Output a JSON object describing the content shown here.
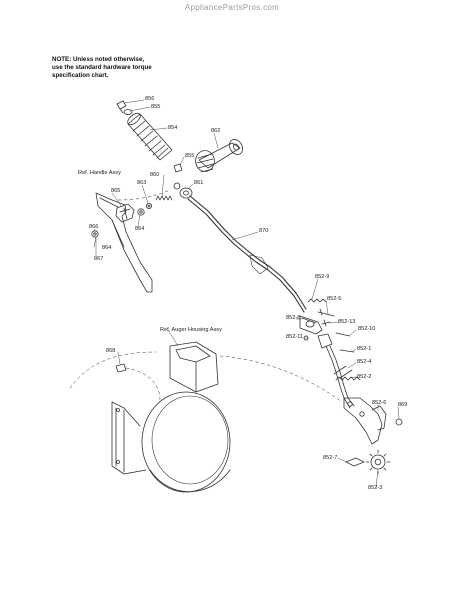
{
  "watermark": "AppliancePartsPros.com",
  "note": {
    "line1": "NOTE: Unless noted otherwise,",
    "line2": "use the standard hardware torque",
    "line3": "specification chart."
  },
  "refs": {
    "handle": "Ref. Handle Assy",
    "auger": "Ref. Auger Housing Assy"
  },
  "parts": {
    "p856": "856",
    "p855a": "855",
    "p854": "854",
    "p862": "862",
    "p855b": "855",
    "p860": "860",
    "p863": "863",
    "p861": "861",
    "p865": "865",
    "p864a": "864",
    "p866": "866",
    "p864b": "864",
    "p867": "867",
    "p870": "870",
    "p852_9": "852-9",
    "p852_5": "852-5",
    "p852_8": "852-8",
    "p852_13": "852-13",
    "p852_10": "852-10",
    "p852_11": "852-11",
    "p852_1": "852-1",
    "p852_4": "852-4",
    "p852_2": "852-2",
    "p868": "868",
    "p852_6": "852-6",
    "p869": "869",
    "p852_7": "852-7",
    "p852_3": "852-3"
  }
}
